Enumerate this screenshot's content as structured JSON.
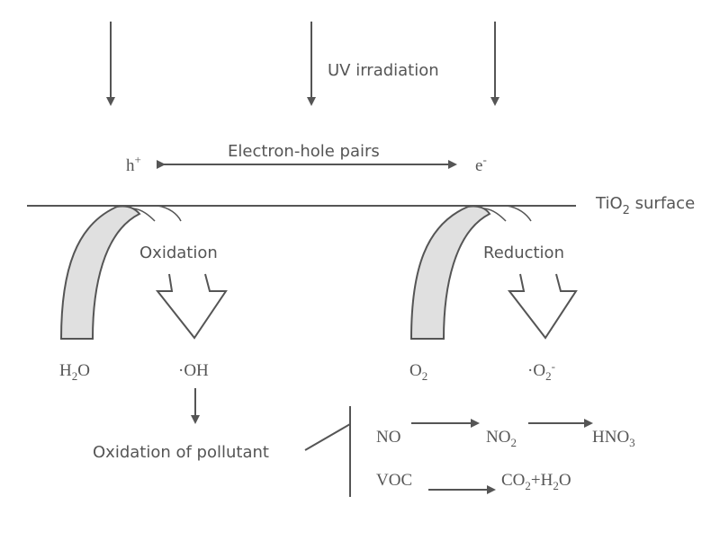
{
  "title_label": "UV irradiation",
  "electron_hole_label": "Electron-hole pairs",
  "hole": {
    "base": "h",
    "sup": "+"
  },
  "electron": {
    "base": "e",
    "sup": "-"
  },
  "surface_label": {
    "pre": "TiO",
    "sub": "2",
    "post": " surface"
  },
  "oxidation_label": "Oxidation",
  "reduction_label": "Reduction",
  "species": {
    "water": {
      "pre": "H",
      "sub": "2",
      "post": "O"
    },
    "hydroxyl": "·OH",
    "oxygen": {
      "pre": "O",
      "sub": "2"
    },
    "superoxide": {
      "pre": "·O",
      "sub": "2",
      "sup": "-"
    }
  },
  "pollutant_label": "Oxidation of pollutant",
  "reactions": {
    "no": "NO",
    "no2": {
      "pre": "NO",
      "sub": "2"
    },
    "hno3": {
      "pre": "HNO",
      "sub": "3"
    },
    "voc": "VOC",
    "products": {
      "a": "CO",
      "a_sub": "2",
      "mid": "+H",
      "b_sub": "2",
      "post": "O"
    }
  },
  "colors": {
    "stroke": "#555555",
    "band_fill": "#e0e0e0",
    "text": "#555555"
  }
}
